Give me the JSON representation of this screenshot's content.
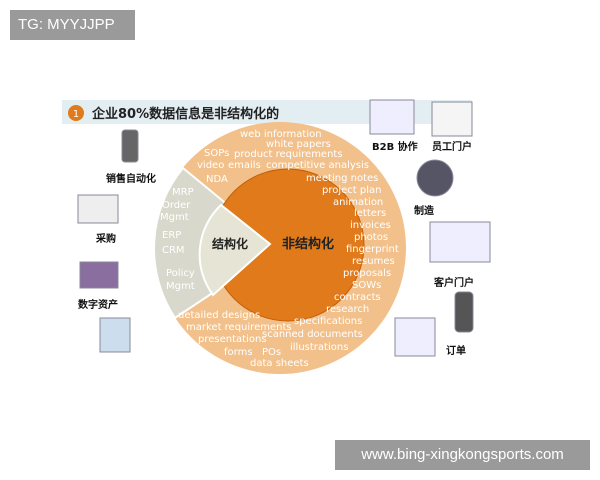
{
  "watermark_top": "TG: MYYJJPP",
  "watermark_bottom": "www.bing-xingkongsports.com",
  "title_number": "1",
  "title": "企业80%数据信息是非结构化的",
  "structured_label": "结构化",
  "unstructured_label": "非结构化",
  "structured_items": [
    "MRP",
    "Order",
    "Mgmt",
    "ERP",
    "CRM",
    "Policy",
    "Mgmt"
  ],
  "unstructured_items": [
    "web information",
    "white papers",
    "SOPs",
    "product requirements",
    "video",
    "emails",
    "competitive analysis",
    "NDA",
    "meeting notes",
    "project plan",
    "animation",
    "letters",
    "invoices",
    "photos",
    "fingerprint",
    "resumes",
    "proposals",
    "SOWs",
    "contracts",
    "research",
    "specifications",
    "detailed designs",
    "market requirements",
    "scanned documents",
    "presentations",
    "illustrations",
    "forms",
    "POs",
    "data sheets"
  ],
  "left_labels": [
    "销售自动化",
    "采购",
    "数字资产"
  ],
  "right_labels": [
    "B2B 协作",
    "员工门户",
    "制造",
    "客户门户",
    "订单"
  ],
  "colors": {
    "orange": "#e07a1a",
    "ring": "#f2c08a",
    "structured": "#d9d8cc",
    "title_bar": "#e3eef3"
  }
}
